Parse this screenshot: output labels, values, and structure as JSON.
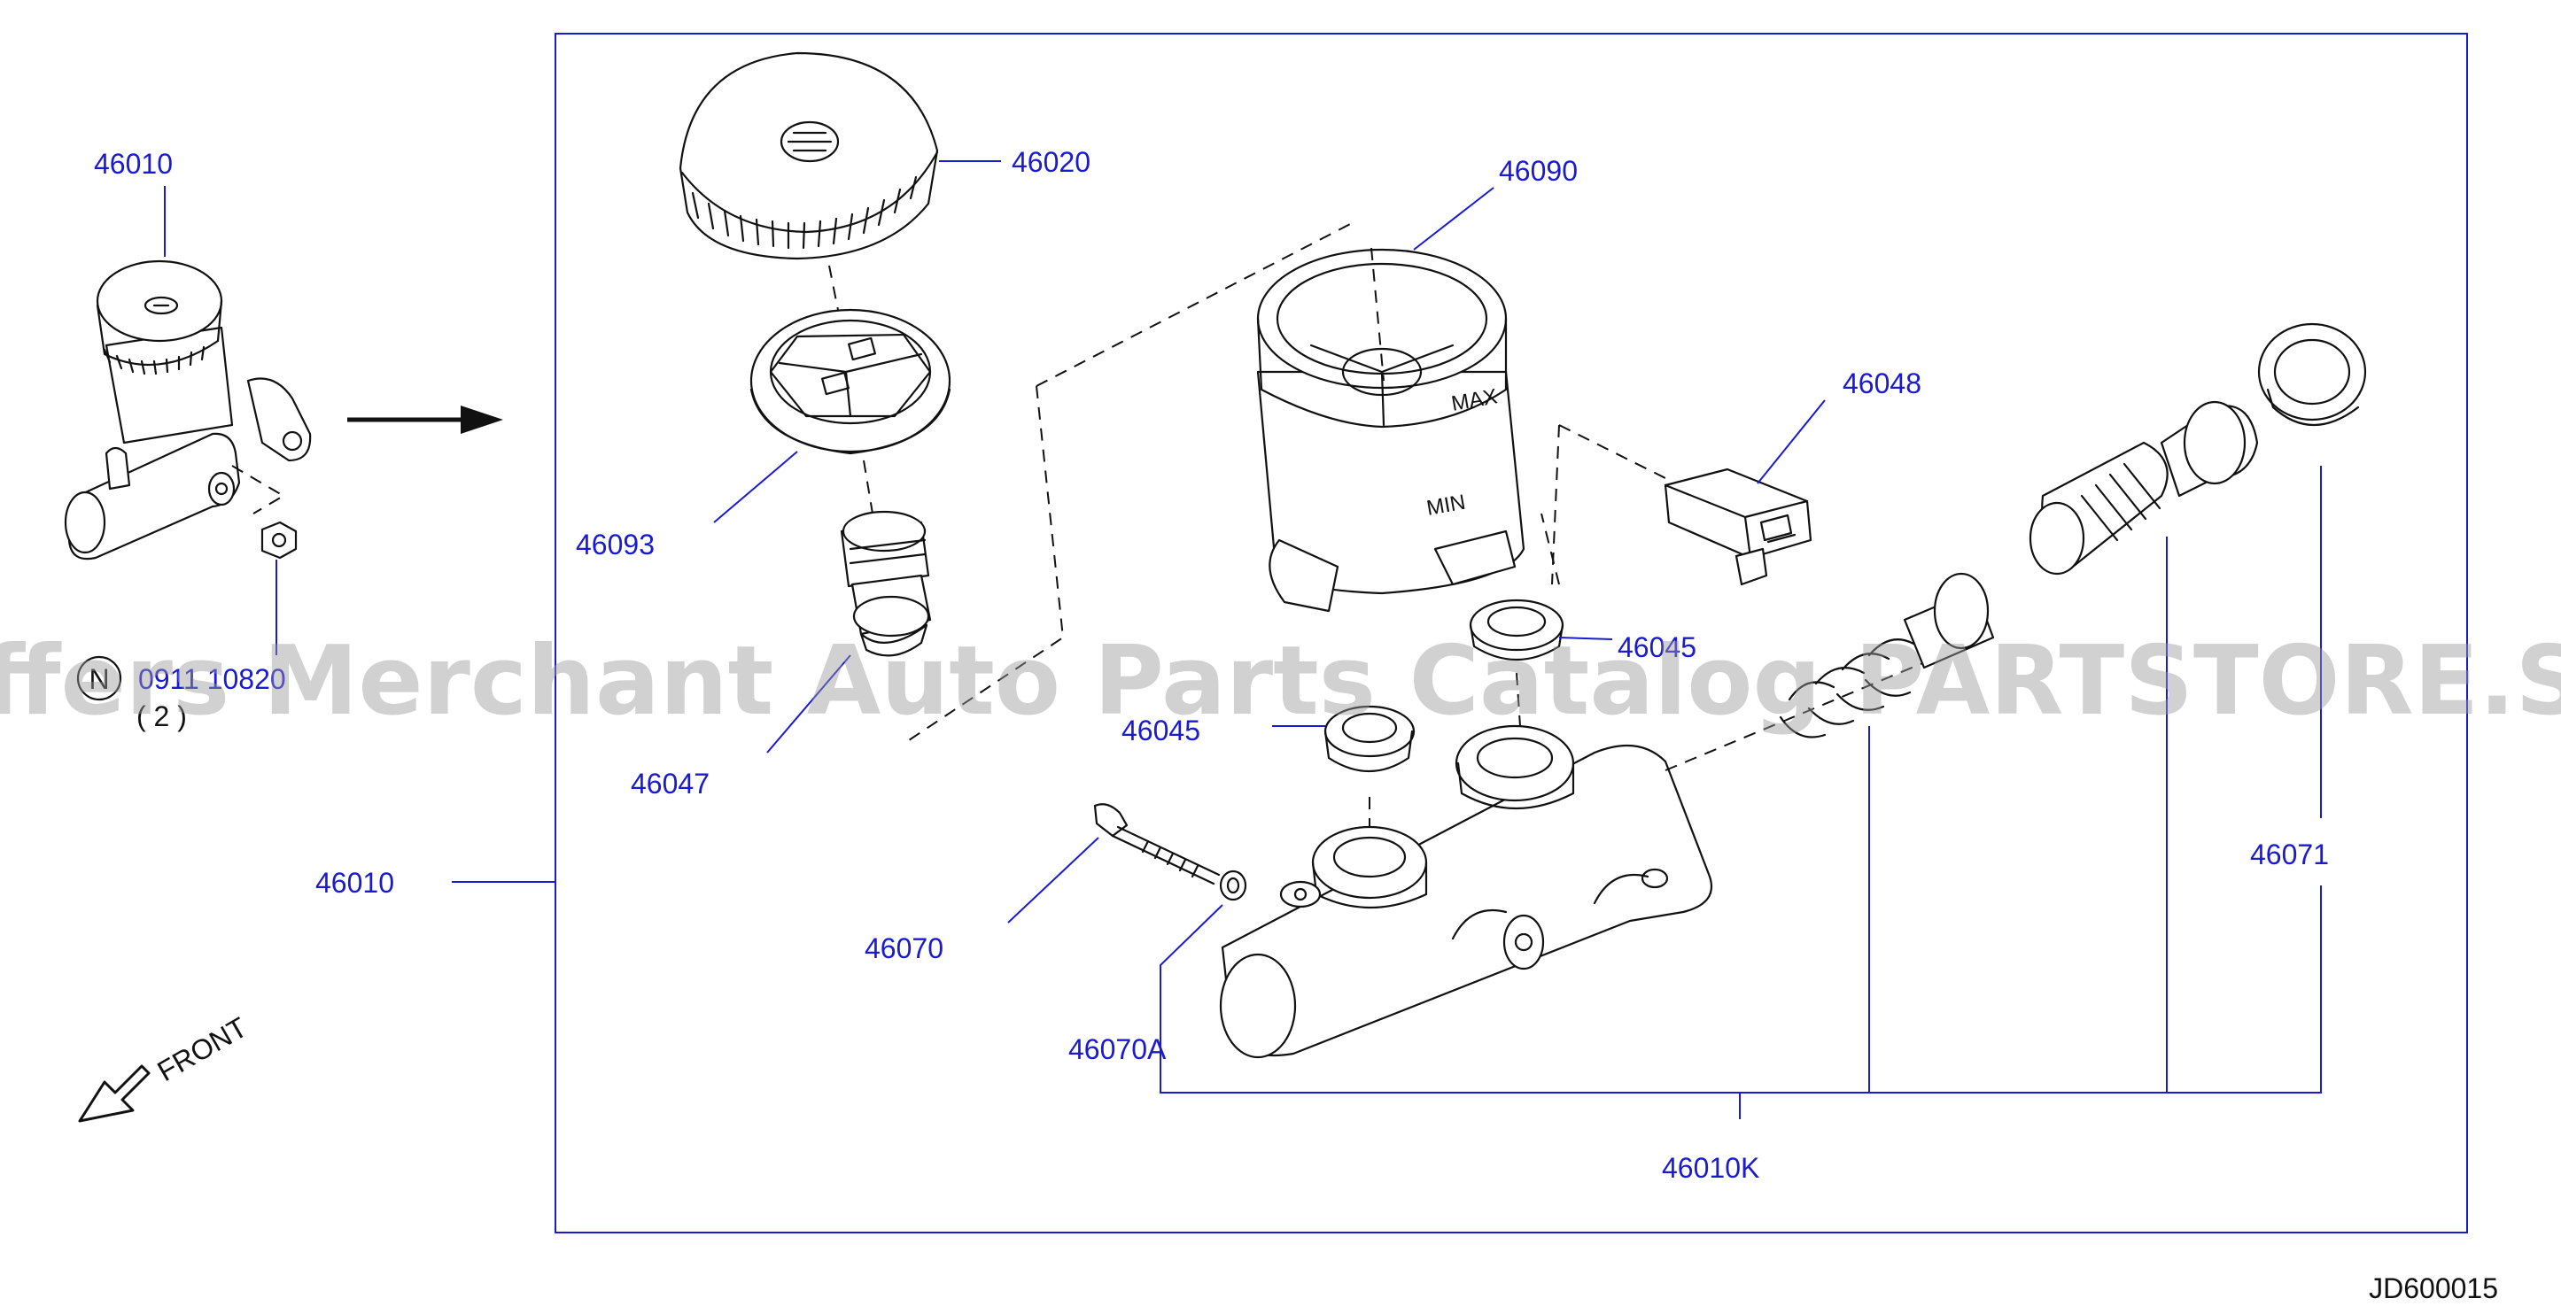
{
  "diagram": {
    "part_labels": {
      "p46010_small": "46010",
      "p46020": "46020",
      "p46090": "46090",
      "p46048": "46048",
      "p46093": "46093",
      "p46045_right": "46045",
      "p46045_left": "46045",
      "p46047": "46047",
      "p46010_main": "46010",
      "p46070": "46070",
      "p46070A": "46070A",
      "p46071": "46071",
      "p46010K": "46010K"
    },
    "nut_callout": {
      "symbol": "N",
      "part_number": "0911 10820",
      "quantity": "( 2 )"
    },
    "front_label": "FRONT",
    "reference_code": "JD600015",
    "reservoir_marks": {
      "max": "MAX",
      "min": "MIN"
    },
    "watermark": "Offers Merchant Auto Parts Catalog PARTSTORE.SA",
    "colors": {
      "label_blue": "#1a1ad0",
      "line_black": "#111111",
      "watermark_gray": "#9a9a9a"
    }
  }
}
